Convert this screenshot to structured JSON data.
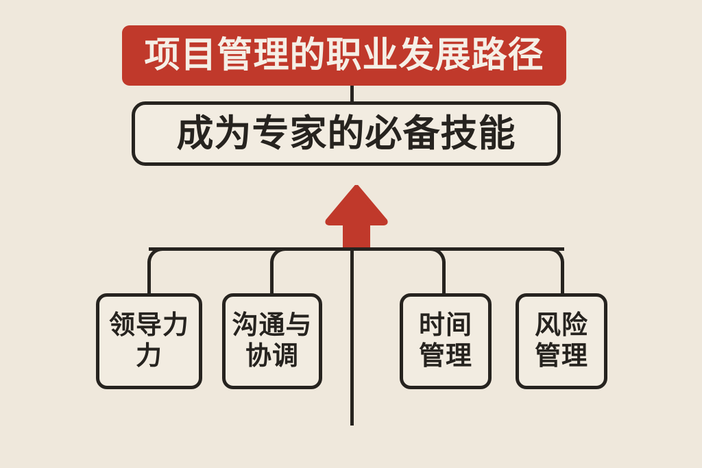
{
  "diagram": {
    "type": "hierarchy-tree",
    "background_color": "#efe8dc",
    "accent_color": "#c0392b",
    "ink_color": "#26231f",
    "box_fill_color": "#f2ece1",
    "banner": {
      "title": "项目管理的职业发展路径",
      "color": "#c0392b",
      "text_color": "#f5efe6"
    },
    "subtitle": {
      "title": "成为专家的必备技能"
    },
    "arrow": {
      "name": "up-arrow-icon",
      "direction": "up",
      "color": "#c0392b"
    },
    "skills": [
      {
        "lines": [
          "领导力",
          "力"
        ]
      },
      {
        "lines": [
          "沟通与",
          "协调"
        ]
      },
      {
        "lines": [
          "时间",
          "管理"
        ]
      },
      {
        "lines": [
          "风险",
          "管理"
        ]
      }
    ]
  }
}
